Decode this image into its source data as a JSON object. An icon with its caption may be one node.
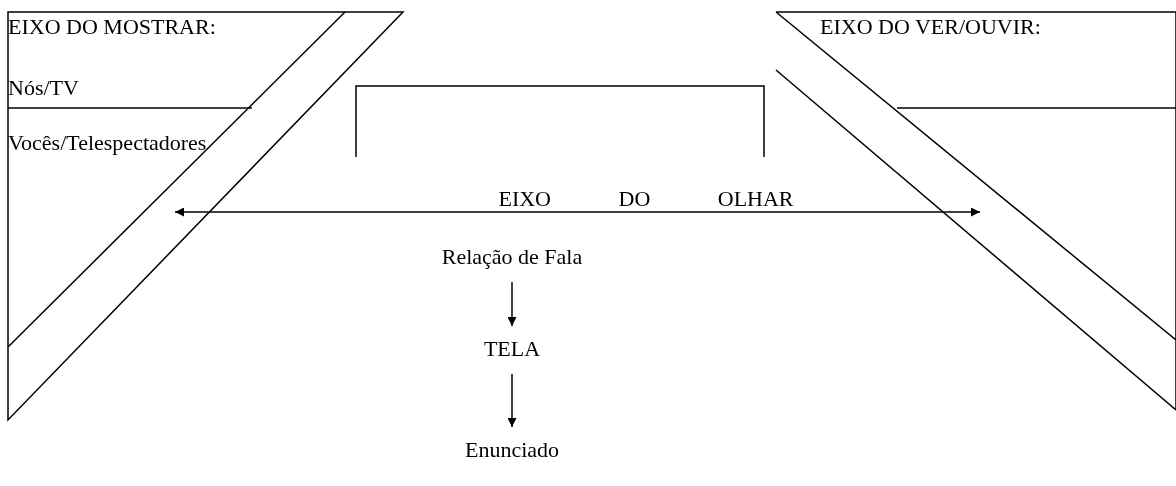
{
  "diagram": {
    "nodes": [
      {
        "text": [
          "EIXO DO MOSTRAR:",
          "Nós/TV",
          "Vocês/Telespectadores"
        ]
      },
      {
        "text": [
          "EIXO DO VER/OUVIR:"
        ]
      },
      {
        "text": [
          "Relação de Fala"
        ]
      },
      {
        "text": [
          "TELA"
        ]
      },
      {
        "text": [
          "Enunciado"
        ]
      }
    ],
    "edges": [
      {
        "from": 0,
        "to": 1,
        "arrow": "both",
        "label": "EIXO DO OLHAR"
      },
      {
        "from": 2,
        "to": 3,
        "arrow": "to"
      },
      {
        "from": 3,
        "to": 4,
        "arrow": "to"
      }
    ]
  }
}
